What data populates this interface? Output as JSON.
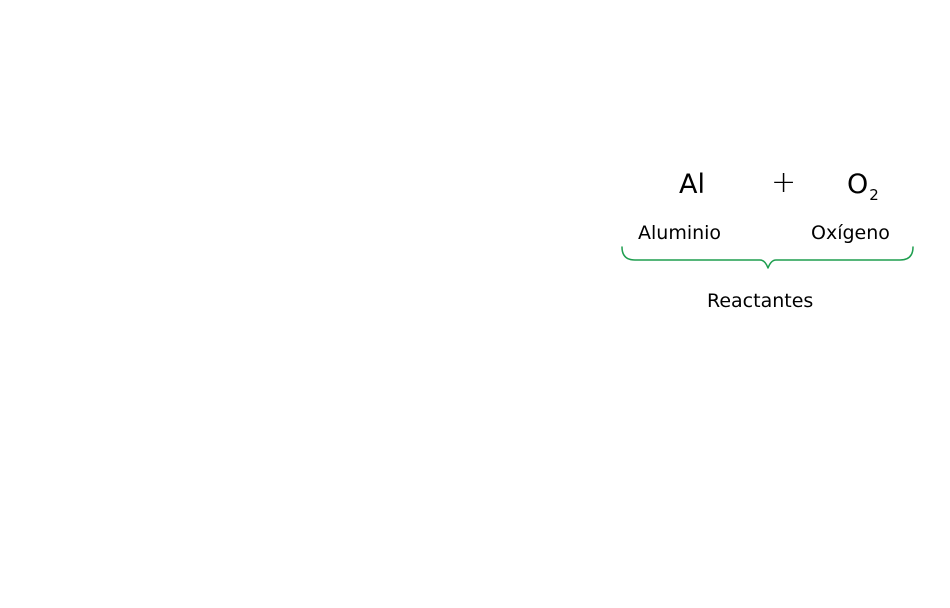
{
  "equation": {
    "reactants": [
      {
        "symbol": "Al",
        "subscript": "",
        "name": "Aluminio"
      },
      {
        "symbol": "O",
        "subscript": "2",
        "name": "Oxígeno"
      }
    ],
    "operator": "+",
    "group_label": "Reactantes"
  },
  "colors": {
    "brace": "#1e9e4f",
    "text": "#000000",
    "background": "#ffffff"
  }
}
